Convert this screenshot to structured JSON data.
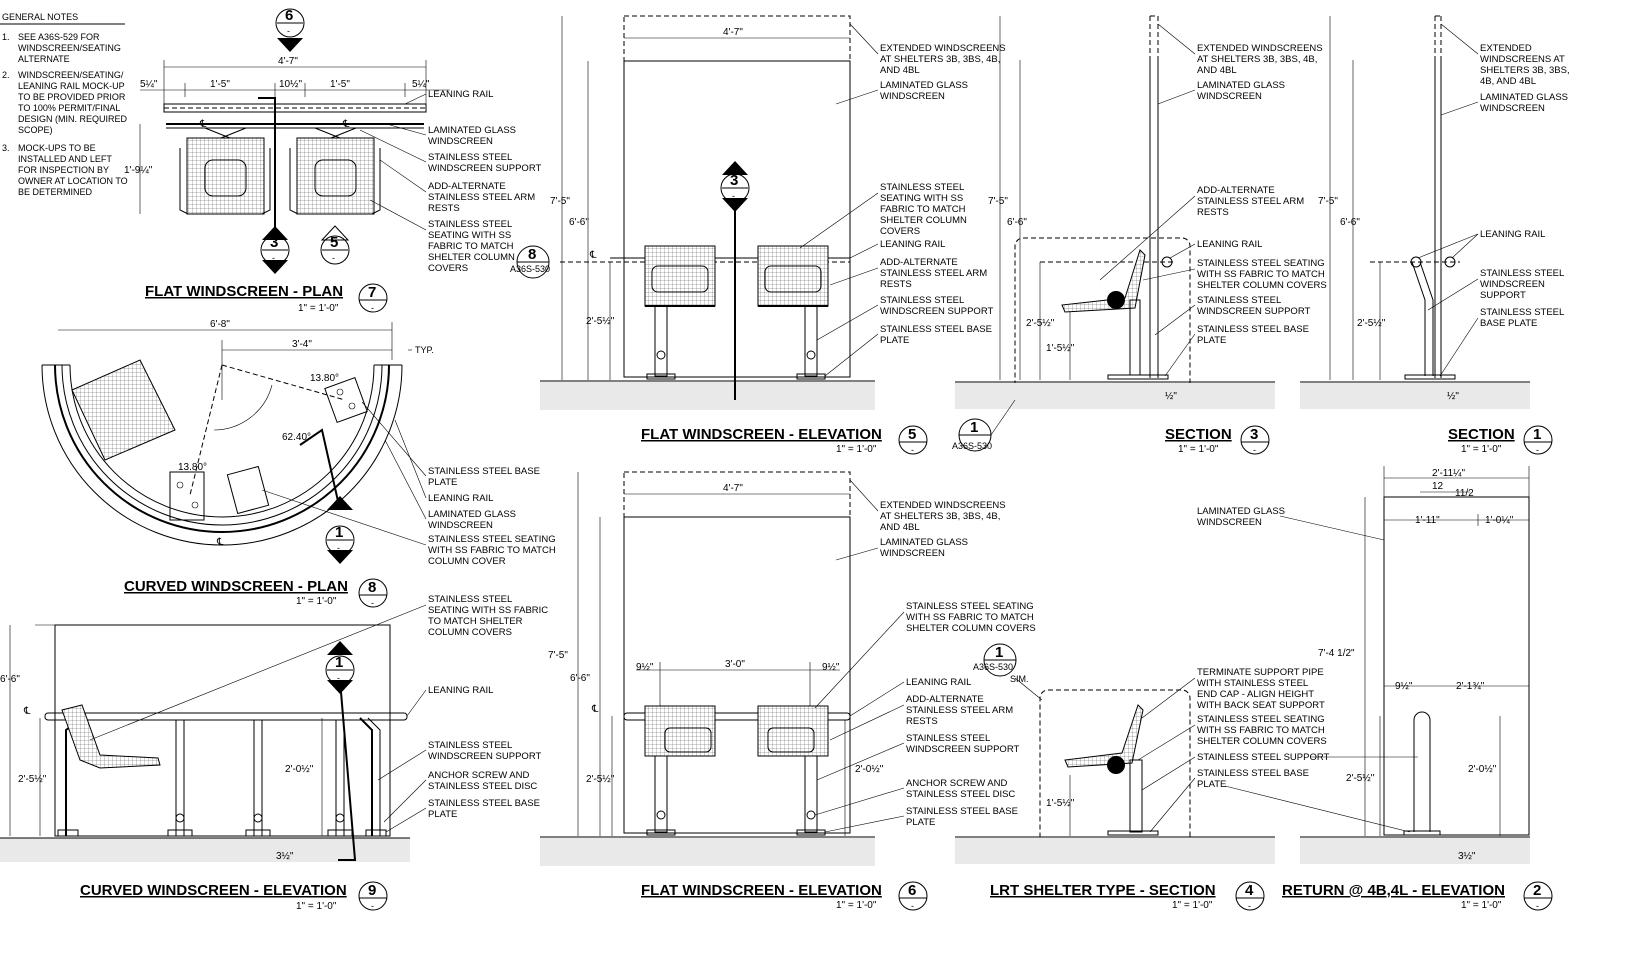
{
  "general_notes": {
    "heading": "GENERAL NOTES",
    "items": [
      {
        "num": "1.",
        "lines": [
          "SEE A36S-529 FOR",
          "WINDSCREEN/SEATING",
          "ALTERNATE"
        ]
      },
      {
        "num": "2.",
        "lines": [
          "WINDSCREEN/SEATING/",
          "LEANING RAIL MOCK-UP",
          "TO BE PROVIDED PRIOR",
          "TO 100% PERMIT/FINAL",
          "DESIGN (MIN. REQUIRED",
          "SCOPE)"
        ]
      },
      {
        "num": "3.",
        "lines": [
          "MOCK-UPS TO BE",
          "INSTALLED AND LEFT",
          "FOR INSPECTION BY",
          "OWNER AT LOCATION TO",
          "BE DETERMINED"
        ]
      }
    ]
  },
  "labels": {
    "extended": [
      "EXTENDED WINDSCREENS",
      "AT SHELTERS 3B, 3BS, 4B,",
      "AND 4BL"
    ],
    "extended_narrow": [
      "EXTENDED",
      "WINDSCREENS AT",
      "SHELTERS 3B, 3BS,",
      "4B, AND 4BL"
    ],
    "glass": [
      "LAMINATED GLASS",
      "WINDSCREEN"
    ],
    "seating_ss": [
      "STAINLESS STEEL",
      "SEATING WITH SS",
      "FABRIC TO MATCH",
      "SHELTER COLUMN",
      "COVERS"
    ],
    "seating_wide": [
      "STAINLESS STEEL SEATING",
      "WITH SS FABRIC TO MATCH",
      "SHELTER COLUMN COVERS"
    ],
    "seating_curved": [
      "STAINLESS STEEL",
      "SEATING WITH SS FABRIC",
      "TO MATCH SHELTER",
      "COLUMN COVERS"
    ],
    "seating_plan8": [
      "STAINLESS STEEL SEATING",
      "WITH SS FABRIC TO MATCH",
      "COLUMN COVER"
    ],
    "leaning_rail": "LEANING RAIL",
    "armrests": [
      "ADD-ALTERNATE",
      "STAINLESS STEEL ARM",
      "RESTS"
    ],
    "windscreen_support": [
      "STAINLESS STEEL",
      "WINDSCREEN SUPPORT"
    ],
    "base_plate": [
      "STAINLESS STEEL BASE",
      "PLATE"
    ],
    "base_plate_stack": [
      "STAINLESS STEEL",
      "BASE PLATE"
    ],
    "anchor": [
      "ANCHOR SCREW AND",
      "STAINLESS STEEL DISC"
    ],
    "terminate": [
      "TERMINATE SUPPORT PIPE",
      "WITH STAINLESS STEEL",
      "END CAP - ALIGN HEIGHT",
      "WITH BACK SEAT SUPPORT"
    ],
    "ss_support": "STAINLESS STEEL SUPPORT",
    "ss_windscreen_support_stack": [
      "STAINLESS STEEL",
      "WINDSCREEN",
      "SUPPORT"
    ],
    "typ": "TYP.",
    "sim": "SIM.",
    "ref_sheet": "A36S-530",
    "centerline": "℄"
  },
  "dims": {
    "d_4_7": "4'-7\"",
    "d_7_5": "7'-5\"",
    "d_6_6": "6'-6\"",
    "d_2_5h": "2'-5½\"",
    "d_1_5h": "1'-5½\"",
    "d_1_5": "1'-5\"",
    "d_10h": "10½\"",
    "d_5q": "5¼\"",
    "d_1_9q": "1'-9¼\"",
    "d_6_8": "6'-8\"",
    "d_3_4": "3'-4\"",
    "d_3_0": "3'-0\"",
    "d_9h": "9½\"",
    "d_2_0h": "2'-0½\"",
    "d_3h": "3½\"",
    "d_half": "½\"",
    "d_2_11q": "2'-11¼\"",
    "d_12": "12",
    "d_1_2": "11/2",
    "d_1_11": "1'-11\"",
    "d_1_0q": "1'-0¼\"",
    "d_7_4h": "7'-4 1/2\"",
    "d_2_1t": "2'-1¾\"",
    "a_62": "62.40°",
    "a_13": "13.80°"
  },
  "views": {
    "v7": {
      "title": "FLAT WINDSCREEN - PLAN",
      "num": "7",
      "scale": "1\" = 1'-0\"",
      "sheet": "-"
    },
    "v8": {
      "title": "CURVED WINDSCREEN - PLAN",
      "num": "8",
      "scale": "1\" = 1'-0\"",
      "sheet": "-"
    },
    "v9": {
      "title": "CURVED WINDSCREEN - ELEVATION",
      "num": "9",
      "scale": "1\" = 1'-0\"",
      "sheet": "-"
    },
    "v5": {
      "title": "FLAT WINDSCREEN - ELEVATION",
      "num": "5",
      "scale": "1\" = 1'-0\"",
      "sheet": "-"
    },
    "v6": {
      "title": "FLAT WINDSCREEN - ELEVATION",
      "num": "6",
      "scale": "1\" = 1'-0\"",
      "sheet": "-"
    },
    "v3": {
      "title": "SECTION",
      "num": "3",
      "scale": "1\" = 1'-0\"",
      "sheet": "-"
    },
    "v1": {
      "title": "SECTION",
      "num": "1",
      "scale": "1\" = 1'-0\"",
      "sheet": "-"
    },
    "v4": {
      "title": "LRT SHELTER TYPE - SECTION",
      "num": "4",
      "scale": "1\" = 1'-0\"",
      "sheet": "-"
    },
    "v2": {
      "title": "RETURN @ 4B,4L - ELEVATION",
      "num": "2",
      "scale": "1\" = 1'-0\"",
      "sheet": "-"
    }
  },
  "markers": {
    "m6": {
      "num": "6",
      "sheet": "-"
    },
    "m3": {
      "num": "3",
      "sheet": "-"
    },
    "m5": {
      "num": "5",
      "sheet": "-"
    },
    "m1": {
      "num": "1",
      "sheet": "-"
    },
    "m8": {
      "num": "8",
      "sheet": "A36S-530"
    },
    "m1b": {
      "num": "1",
      "sheet": "A36S-530"
    },
    "m1c": {
      "num": "1",
      "sheet": "A36S-530"
    }
  }
}
